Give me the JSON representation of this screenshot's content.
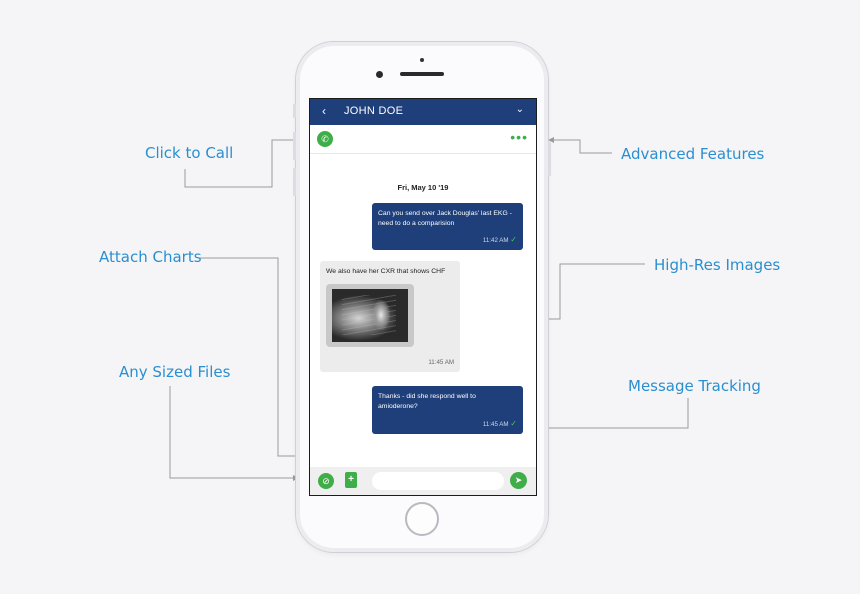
{
  "annotations": {
    "click_to_call": "Click to Call",
    "attach_charts": "Attach Charts",
    "any_sized_files": "Any Sized Files",
    "advanced_features": "Advanced Features",
    "high_res_images": "High-Res Images",
    "message_tracking": "Message Tracking"
  },
  "header": {
    "back_glyph": "‹",
    "contact_name": "JOHN DOE",
    "chevron_glyph": "⌄"
  },
  "toolbar": {
    "call_glyph": "✆",
    "more_glyph": "•••"
  },
  "chat": {
    "date": "Fri, May 10 '19",
    "messages": [
      {
        "direction": "out",
        "text": "Can you send over Jack Douglas' last EKG - need to do a comparision",
        "time": "11:42 AM",
        "tick": "✓"
      },
      {
        "direction": "in",
        "text": "We also have her CXR that shows CHF",
        "time": "11:45 AM",
        "attachment": "x-ray-image"
      },
      {
        "direction": "out",
        "text": "Thanks - did she respond well to amioderone?",
        "time": "11:45 AM",
        "tick": "✓"
      }
    ]
  },
  "composer": {
    "attach_glyph": "⊘",
    "doc_glyph": "+",
    "input_value": "",
    "input_placeholder": "",
    "send_glyph": "➤"
  },
  "colors": {
    "accent_blue": "#1e3f7a",
    "accent_green": "#3fae49",
    "annotation_text": "#2a8fd0"
  }
}
